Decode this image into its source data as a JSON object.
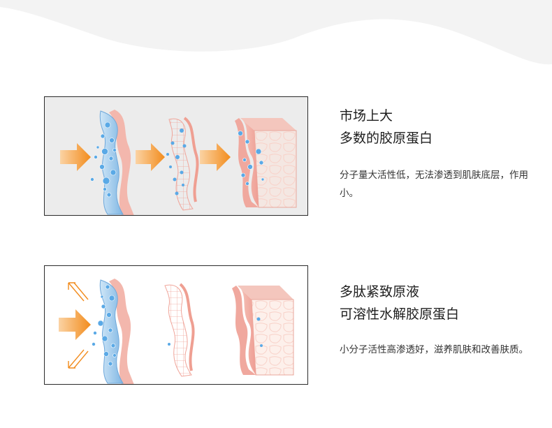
{
  "colors": {
    "accent_orange": "#f28c1d",
    "water_blue": "#5aa9e6",
    "skin_pink": "#f2b8ae",
    "panel_grey": "#ececec"
  },
  "sections": [
    {
      "headline_lines": [
        "市场上大",
        "多数的胶原蛋白"
      ],
      "description": "分子量大活性低，无法渗透到肌肤底层，作用小。"
    },
    {
      "headline_lines": [
        "多肽紧致原液",
        "可溶性水解胶原蛋白"
      ],
      "description": "小分子活性高渗透好，滋养肌肤和改善肤质。"
    }
  ]
}
